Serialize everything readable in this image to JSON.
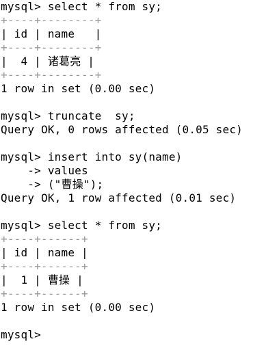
{
  "terminal": {
    "lines": [
      "mysql> select * from sy;",
      "+----+--------+",
      "| id | name   |",
      "+----+--------+",
      "|  4 | 诸葛亮 |",
      "+----+--------+",
      "1 row in set (0.00 sec)",
      "",
      "mysql> truncate  sy;",
      "Query OK, 0 rows affected (0.05 sec)",
      "",
      "mysql> insert into sy(name)",
      "    -> values",
      "    -> (\"曹操\");",
      "Query OK, 1 row affected (0.01 sec)",
      "",
      "mysql> select * from sy;",
      "+----+------+",
      "| id | name |",
      "+----+------+",
      "|  1 | 曹操 |",
      "+----+------+",
      "1 row in set (0.00 sec)",
      "",
      "mysql>"
    ]
  }
}
